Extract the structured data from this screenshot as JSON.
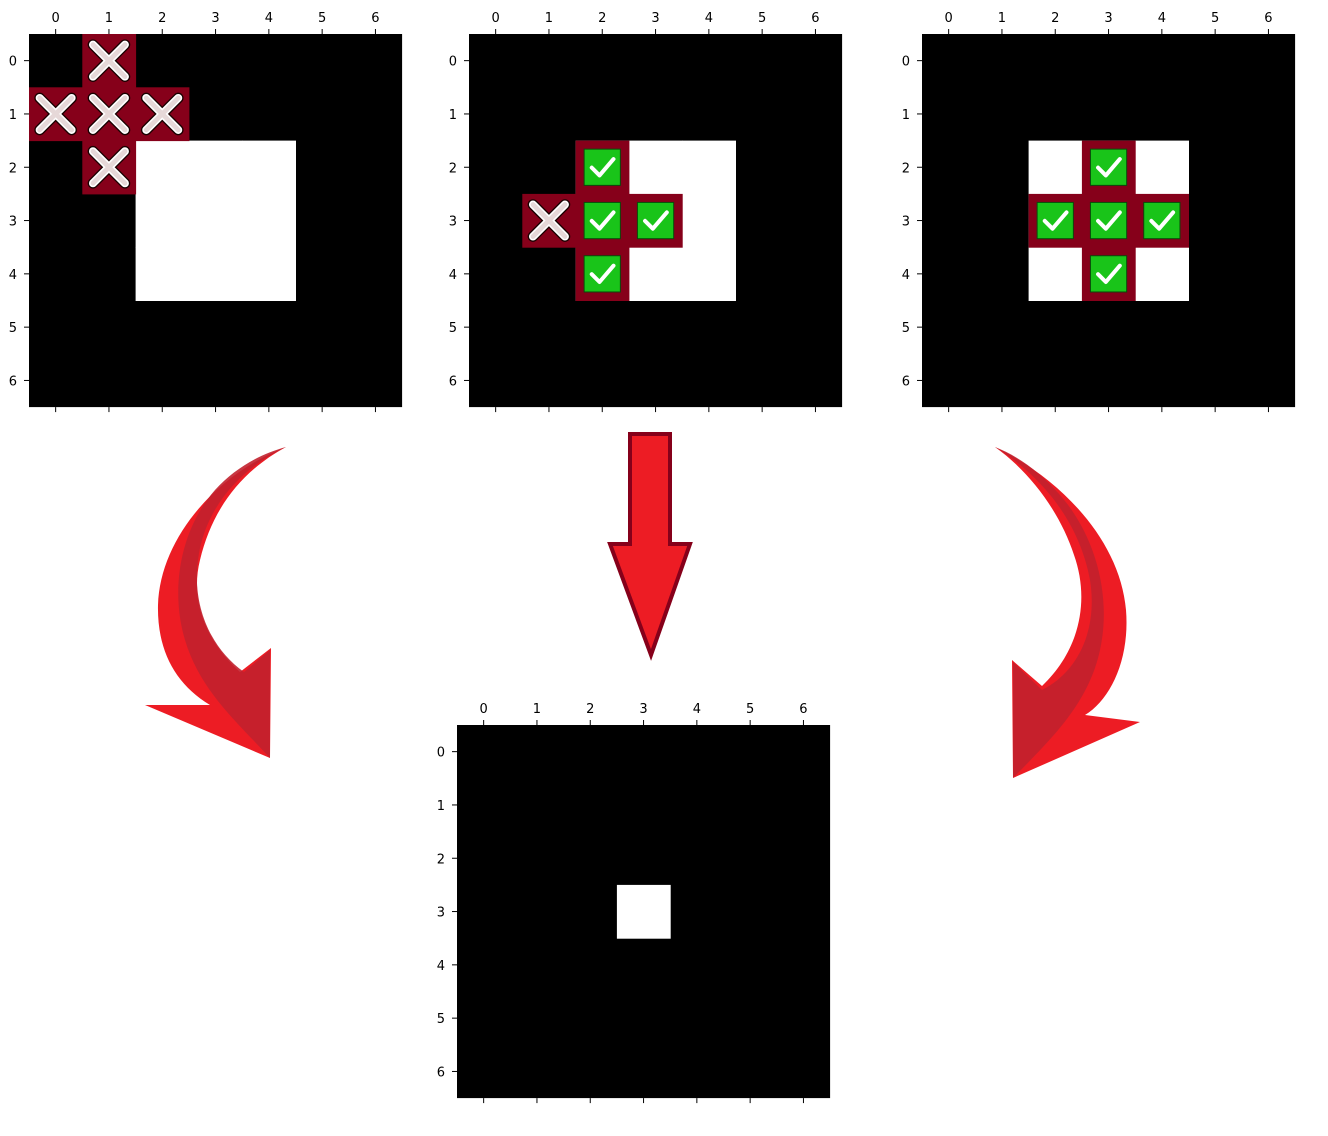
{
  "diagram": {
    "grid_size": 7,
    "tick_labels": [
      "0",
      "1",
      "2",
      "3",
      "4",
      "5",
      "6"
    ],
    "colors": {
      "background": "#000000",
      "foreground": "#ffffff",
      "kernel": "#86001a",
      "match": "#19c419",
      "mismatch_fill": "#e6d8d8",
      "arrow": "#ed1c24",
      "arrow_shade": "#c1212d",
      "arrow_outline": "#86001a"
    },
    "panels": [
      {
        "name": "erosion-step-1",
        "white_cells": [
          [
            2,
            2
          ],
          [
            2,
            3
          ],
          [
            2,
            4
          ],
          [
            3,
            2
          ],
          [
            3,
            3
          ],
          [
            3,
            4
          ],
          [
            4,
            2
          ],
          [
            4,
            3
          ],
          [
            4,
            4
          ]
        ],
        "kernel_center": [
          1,
          1
        ],
        "cells": [
          {
            "row": 0,
            "col": 1,
            "status": "mismatch",
            "icon": "x-mark-icon"
          },
          {
            "row": 1,
            "col": 0,
            "status": "mismatch",
            "icon": "x-mark-icon"
          },
          {
            "row": 1,
            "col": 1,
            "status": "mismatch",
            "icon": "x-mark-icon"
          },
          {
            "row": 1,
            "col": 2,
            "status": "mismatch",
            "icon": "x-mark-icon"
          },
          {
            "row": 2,
            "col": 1,
            "status": "mismatch",
            "icon": "x-mark-icon"
          }
        ]
      },
      {
        "name": "erosion-step-2",
        "white_cells": [
          [
            2,
            2
          ],
          [
            2,
            3
          ],
          [
            2,
            4
          ],
          [
            3,
            2
          ],
          [
            3,
            3
          ],
          [
            3,
            4
          ],
          [
            4,
            2
          ],
          [
            4,
            3
          ],
          [
            4,
            4
          ]
        ],
        "kernel_center": [
          3,
          2
        ],
        "cells": [
          {
            "row": 2,
            "col": 2,
            "status": "match",
            "icon": "check-mark-icon"
          },
          {
            "row": 3,
            "col": 1,
            "status": "mismatch",
            "icon": "x-mark-icon"
          },
          {
            "row": 3,
            "col": 2,
            "status": "match",
            "icon": "check-mark-icon"
          },
          {
            "row": 3,
            "col": 3,
            "status": "match",
            "icon": "check-mark-icon"
          },
          {
            "row": 4,
            "col": 2,
            "status": "match",
            "icon": "check-mark-icon"
          }
        ]
      },
      {
        "name": "erosion-step-3",
        "white_cells": [
          [
            2,
            2
          ],
          [
            2,
            3
          ],
          [
            2,
            4
          ],
          [
            3,
            2
          ],
          [
            3,
            3
          ],
          [
            3,
            4
          ],
          [
            4,
            2
          ],
          [
            4,
            3
          ],
          [
            4,
            4
          ]
        ],
        "kernel_center": [
          3,
          3
        ],
        "cells": [
          {
            "row": 2,
            "col": 3,
            "status": "match",
            "icon": "check-mark-icon"
          },
          {
            "row": 3,
            "col": 2,
            "status": "match",
            "icon": "check-mark-icon"
          },
          {
            "row": 3,
            "col": 3,
            "status": "match",
            "icon": "check-mark-icon"
          },
          {
            "row": 3,
            "col": 4,
            "status": "match",
            "icon": "check-mark-icon"
          },
          {
            "row": 4,
            "col": 3,
            "status": "match",
            "icon": "check-mark-icon"
          }
        ]
      },
      {
        "name": "erosion-result",
        "white_cells": [
          [
            3,
            3
          ]
        ],
        "kernel_center": null,
        "cells": []
      }
    ],
    "arrows": [
      {
        "name": "curved-arrow-left",
        "icon": "curved-arrow-icon"
      },
      {
        "name": "down-arrow-center",
        "icon": "down-arrow-icon"
      },
      {
        "name": "curved-arrow-right",
        "icon": "curved-arrow-icon"
      }
    ]
  }
}
